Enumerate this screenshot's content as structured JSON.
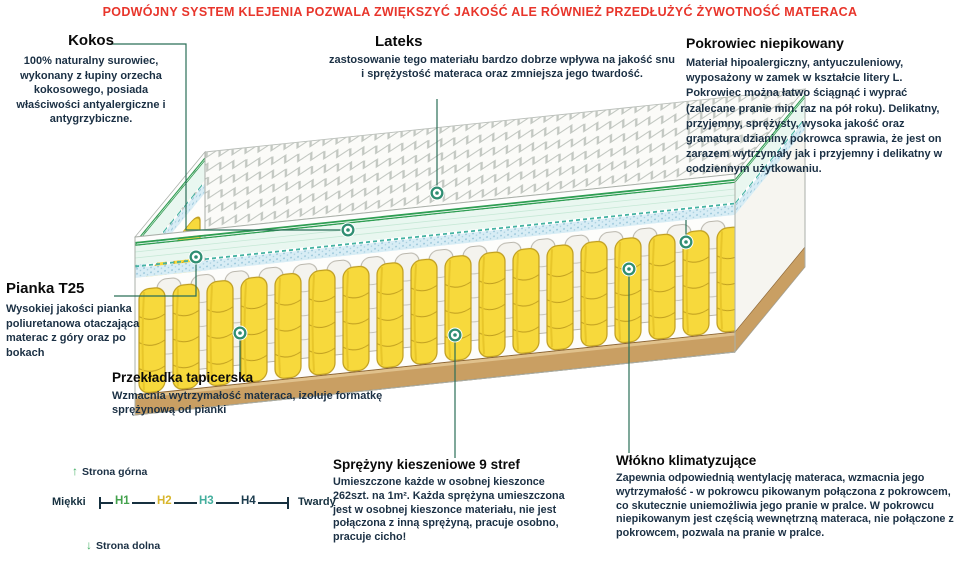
{
  "header": {
    "text": "PODWÓJNY SYSTEM KLEJENIA POZWALA ZWIĘKSZYĆ JAKOŚĆ ALE RÓWNIEŻ PRZEDŁUŻYĆ ŻYWOTNOŚĆ MATERACA",
    "color": "#e8352b"
  },
  "callouts": {
    "kokos": {
      "title": "Kokos",
      "body": "100% naturalny surowiec, wykonany z łupiny orzecha kokosowego, posiada właściwości antyalergiczne i antygrzybiczne."
    },
    "lateks": {
      "title": "Lateks",
      "body": "zastosowanie tego materiału bardzo dobrze wpływa na jakość snu i sprężystość materaca oraz zmniejsza jego twardość."
    },
    "pokrowiec": {
      "title": "Pokrowiec niepikowany",
      "body": "Materiał hipoalergiczny, antyuczuleniowy, wyposażony w zamek w kształcie litery L. Pokrowiec można łatwo ściągnąć i wyprać (zalecane pranie min. raz na pół roku). Delikatny, przyjemny, sprężysty, wysoka jakość oraz gramatura dzianiny pokrowca sprawia, że jest on zarazem wytrzymały jak i przyjemny i delikatny w codziennym użytkowaniu."
    },
    "pianka": {
      "title": "Pianka T25",
      "body": "Wysokiej jakości pianka poliuretanowa otaczająca materac z góry oraz po bokach"
    },
    "przekladka": {
      "title": "Przekładka tapicerska",
      "body": "Wzmacnia wytrzymałość materaca, izoluje formatkę sprężynową od pianki"
    },
    "sprezyny": {
      "title": "Sprężyny kieszeniowe 9 stref",
      "body": "Umieszczone każde w osobnej kieszonce 262szt. na 1m². Każda sprężyna umieszczona jest w osobnej kieszonce materiału, nie jest połączona z inną sprężyną, pracuje osobno, pracuje cicho!"
    },
    "wlokno": {
      "title": "Włókno klimatyzujące",
      "body": "Zapewnia odpowiednią wentylację materaca, wzmacnia jego wytrzymałość - w pokrowcu pikowanym połączona z pokrowcem, co skutecznie uniemożliwia jego pranie w pralce. W pokrowcu niepikowanym jest częścią wewnętrzną materaca, nie połączone z pokrowcem, pozwala na pranie w pralce."
    }
  },
  "scale": {
    "top_side": "Strona górna",
    "bottom_side": "Strona dolna",
    "soft": "Miękki",
    "hard": "Twardy",
    "up_arrow": "↑",
    "down_arrow": "↓",
    "levels": [
      {
        "label": "H1",
        "color": "#44a24d"
      },
      {
        "label": "H2",
        "color": "#d8b62c"
      },
      {
        "label": "H3",
        "color": "#43ae9d"
      },
      {
        "label": "H4",
        "color": "#1b3b4d"
      }
    ]
  },
  "colors": {
    "accent_marker": "#2f8e72",
    "connector_line": "#2a6f58",
    "spring_yellow": "#f7d93c",
    "wood_base": "#c99f63",
    "foam_green_line": "#2f9e53",
    "body_text": "#1b3044"
  }
}
